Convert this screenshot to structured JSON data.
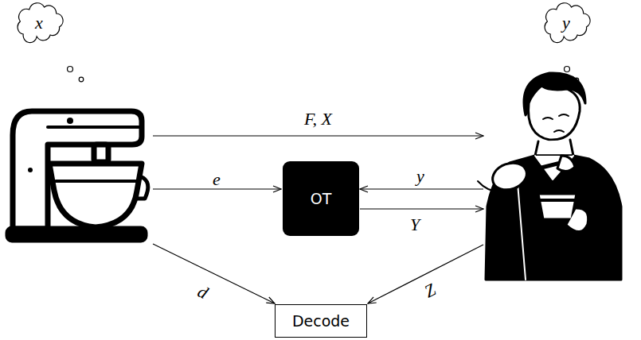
{
  "diagram": {
    "nodes": [
      {
        "text": [
          "x"
        ]
      },
      {
        "text": [
          "y"
        ]
      },
      {
        "text": [
          "OT"
        ]
      },
      {
        "text": [
          "Decode"
        ]
      }
    ],
    "labels": [
      "F, X",
      "e",
      "y",
      "Y",
      "d",
      "Z"
    ]
  }
}
